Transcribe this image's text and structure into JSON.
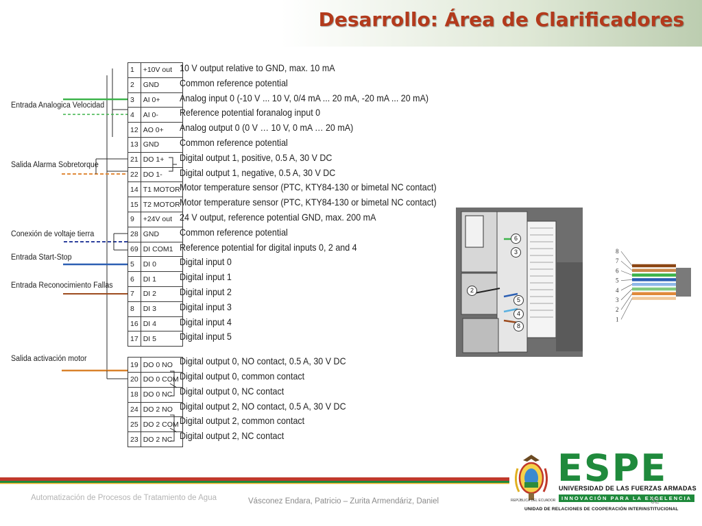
{
  "slide": {
    "title": "Desarrollo: Área de Clarificadores",
    "footer_left": "Automatización de Procesos de Tratamiento de Agua",
    "footer_center": "Vásconez Endara, Patricio – Zurita Armendáriz, Daniel",
    "page_number": "32"
  },
  "terminals": [
    {
      "num": "1",
      "name": "+10V out",
      "desc": "10 V output relative to GND, max. 10 mA"
    },
    {
      "num": "2",
      "name": "GND",
      "desc": "Common reference potential"
    },
    {
      "num": "3",
      "name": "AI 0+",
      "desc": "Analog input 0 (-10 V ... 10 V, 0/4 mA ... 20 mA, -20 mA ... 20 mA)"
    },
    {
      "num": "4",
      "name": "AI 0-",
      "desc": "Reference potential foranalog input 0"
    },
    {
      "num": "12",
      "name": "AO 0+",
      "desc": "Analog output 0 (0 V … 10 V, 0 mA … 20 mA)"
    },
    {
      "num": "13",
      "name": "GND",
      "desc": "Common reference potential"
    },
    {
      "num": "21",
      "name": "DO 1+",
      "desc": "Digital output 1, positive, 0.5 A, 30 V DC"
    },
    {
      "num": "22",
      "name": "DO 1-",
      "desc": "Digital output 1, negative, 0.5 A, 30 V DC"
    },
    {
      "num": "14",
      "name": "T1 MOTOR",
      "desc": "Motor temperature sensor (PTC, KTY84-130 or bimetal NC contact)"
    },
    {
      "num": "15",
      "name": "T2 MOTOR",
      "desc": "Motor temperature sensor (PTC, KTY84-130 or bimetal NC contact)"
    },
    {
      "num": "9",
      "name": "+24V out",
      "desc": "24 V output, reference potential GND, max. 200 mA"
    },
    {
      "num": "28",
      "name": "GND",
      "desc": "Common reference potential"
    },
    {
      "num": "69",
      "name": "DI COM1",
      "desc": "Reference potential for digital inputs 0, 2 and 4"
    },
    {
      "num": "5",
      "name": "DI 0",
      "desc": "Digital input 0"
    },
    {
      "num": "6",
      "name": "DI 1",
      "desc": "Digital input 1"
    },
    {
      "num": "7",
      "name": "DI 2",
      "desc": "Digital input 2"
    },
    {
      "num": "8",
      "name": "DI 3",
      "desc": "Digital input 3"
    },
    {
      "num": "16",
      "name": "DI 4",
      "desc": "Digital input 4"
    },
    {
      "num": "17",
      "name": "DI 5",
      "desc": "Digital input 5"
    },
    {
      "num": "19",
      "name": "DO 0 NO",
      "desc": "Digital output 0, NO contact, 0.5 A, 30 V DC"
    },
    {
      "num": "20",
      "name": "DO 0 COM",
      "desc": "Digital output 0, common contact"
    },
    {
      "num": "18",
      "name": "DO 0 NC",
      "desc": "Digital output 0, NC contact"
    },
    {
      "num": "24",
      "name": "DO 2 NO",
      "desc": "Digital output 2, NO contact, 0.5 A, 30 V DC"
    },
    {
      "num": "25",
      "name": "DO 2 COM",
      "desc": "Digital output 2, common contact"
    },
    {
      "num": "23",
      "name": "DO 2 NC",
      "desc": "Digital output 2, NC contact"
    }
  ],
  "wire_labels": {
    "velocidad": "Entrada Analogica Velocidad",
    "sobretorque": "Salida Alarma Sobretorque",
    "tierra": "Conexión de voltaje tierra",
    "start_stop": "Entrada Start-Stop",
    "fallas": "Entrada Reconocimiento Fallas",
    "motor": "Salida activación motor"
  },
  "wire_colors": {
    "velocidad": "#3cb34a",
    "sobretorque": "#e08a3a",
    "tierra": "#2b3f9c",
    "start_stop": "#2b5fb3",
    "fallas": "#9c4a1c",
    "motor": "#d9822b"
  },
  "photo_callouts": [
    "6",
    "3",
    "2",
    "5",
    "4",
    "8"
  ],
  "cable_numbers": [
    "8",
    "7",
    "6",
    "5",
    "4",
    "3",
    "2",
    "1"
  ],
  "logo": {
    "brand": "ESPE",
    "university": "UNIVERSIDAD DE LAS FUERZAS ARMADAS",
    "motto": "INNOVACIÓN PARA LA EXCELENCIA",
    "unit": "UNIDAD DE RELACIONES DE COOPERACIÓN INTERINSTITUCIONAL",
    "crest_caption": "REPÚBLICA DEL ECUADOR"
  }
}
